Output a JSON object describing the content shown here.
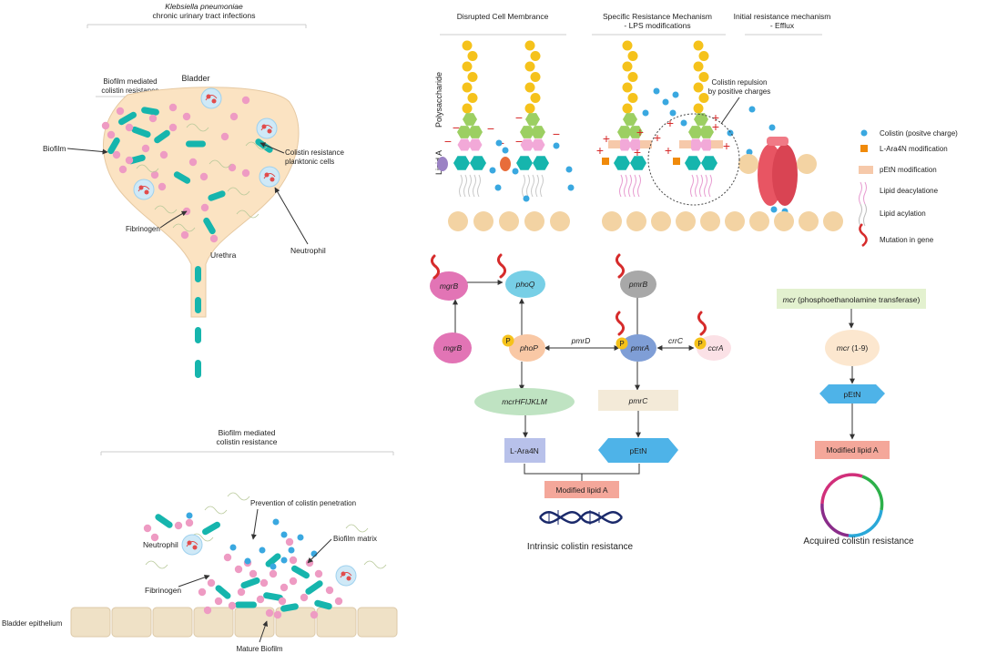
{
  "urinary": {
    "organism": "Klebsiella pneumoniae",
    "subtitle": "chronic urinary tract infections",
    "biofilm_mediated_line1": "Biofilm mediated",
    "biofilm_mediated_line2": "colistin resistance",
    "bladder": "Bladder",
    "biofilm": "Biofilm",
    "planktonic_line1": "Colistin resistance",
    "planktonic_line2": "planktonic cells",
    "fibrinogen": "Fibrinogen",
    "neutrophil": "Neutrophil",
    "urethra": "Urethra"
  },
  "epithelium": {
    "title_line1": "Biofilm mediated",
    "title_line2": "colistin resistance",
    "prevention": "Prevention of colistin penetration",
    "biofilm_matrix": "Biofilm matrix",
    "neutrophil": "Neutrophil",
    "fibrinogen": "Fibrinogen",
    "bladder_epithelium": "Bladder epithelium",
    "mature_biofilm": "Mature Biofilm"
  },
  "membrane": {
    "disrupted": "Disrupted Cell Membrance",
    "specific_line1": "Specific Resistance Mechanism",
    "specific_line2": "- LPS modifications",
    "initial_line1": "Initial resistance mechanism",
    "initial_line2": "- Efflux",
    "polysaccharide": "Polysaccharide",
    "lipid_a": "Lipid A",
    "repulsion_line1": "Colistin repulsion",
    "repulsion_line2": "by positive charges"
  },
  "legend": [
    {
      "label": "Colistin (positve charge)"
    },
    {
      "label": "L-Ara4N modification"
    },
    {
      "label": "pEtN modification"
    },
    {
      "label": "Lipid deacylatione"
    },
    {
      "label": "Lipid acylation"
    },
    {
      "label": "Mutation in gene"
    }
  ],
  "pathway": {
    "mgrB_top": "mgrB",
    "phoQ": "phoQ",
    "pmrB": "pmrB",
    "mgrB_bottom": "mgrB",
    "phoP": "phoP",
    "pmrD": "pmrD",
    "pmrA": "pmrA",
    "crrC": "crrC",
    "ccrA": "ccrA",
    "p": "P",
    "mcrHFIJKLM": "mcrHFIJKLM",
    "pmrC": "pmrC",
    "lara4n": "L-Ara4N",
    "petn": "pEtN",
    "modified_lipid_a": "Modified lipid A",
    "intrinsic": "Intrinsic colistin resistance"
  },
  "acquired": {
    "mcr_italic": "mcr",
    "mcr_desc": " (phosphoethanolamine transferase)",
    "mcr19_italic": "mcr",
    "mcr19_rest": " (1-9)",
    "petn": "pEtN",
    "modified_lipid_a": "Modified lipid A",
    "title": "Acquired colistin resistance"
  },
  "colors": {
    "bladder_fill": "#fbe3c2",
    "bacteria": "#16b5ad",
    "pink_cell": "#ee9bc3",
    "colistin": "#3aa8e0",
    "ara4n": "#f08a0a",
    "petn": "#f6c9aa",
    "mutation": "#d62b2b",
    "oligo_yellow": "#f5c21b",
    "sugar_green": "#9ccf62",
    "hex_teal": "#16b5ad",
    "lipid_pink": "#f2a9d8",
    "head_tan": "#f3d3a3",
    "efflux": "#e85563"
  }
}
